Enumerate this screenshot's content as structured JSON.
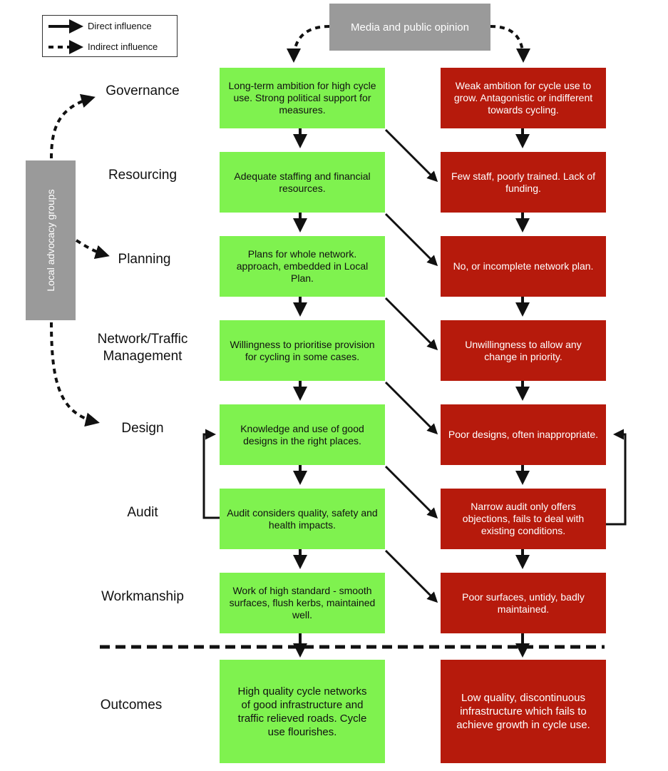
{
  "legend": {
    "direct": "Direct influence",
    "indirect": "Indirect influence"
  },
  "media": "Media and public opinion",
  "advocacy": "Local advocacy groups",
  "stages": [
    {
      "key": "governance",
      "label": "Governance"
    },
    {
      "key": "resourcing",
      "label": "Resourcing"
    },
    {
      "key": "planning",
      "label": "Planning"
    },
    {
      "key": "network",
      "label": "Network/Traffic Management"
    },
    {
      "key": "design",
      "label": "Design"
    },
    {
      "key": "audit",
      "label": "Audit"
    },
    {
      "key": "workmanship",
      "label": "Workmanship"
    },
    {
      "key": "outcomes",
      "label": "Outcomes"
    }
  ],
  "positive": [
    "Long-term ambition for high cycle use. Strong political support for measures.",
    "Adequate staffing and financial resources.",
    "Plans for whole network. approach, embedded in Local Plan.",
    "Willingness to prioritise provision for cycling in some cases.",
    "Knowledge and use of good designs in the right places.",
    "Audit considers quality, safety and health impacts.",
    "Work of high standard - smooth surfaces, flush kerbs, maintained well.",
    "High quality cycle networks of good infrastructure and traffic relieved roads. Cycle use flourishes."
  ],
  "negative": [
    "Weak ambition for cycle use to grow. Antagonistic or indifferent towards cycling.",
    "Few staff, poorly trained. Lack of funding.",
    "No, or incomplete network plan.",
    "Unwillingness to allow any change in priority.",
    "Poor designs, often inappropriate.",
    "Narrow audit only offers objections, fails to deal with existing conditions.",
    "Poor surfaces, untidy, badly maintained.",
    "Low quality, discontinuous infrastructure which fails to achieve growth in cycle use."
  ],
  "colors": {
    "positive": "#7ff24f",
    "negative": "#b61a0c",
    "neutral": "#9a9a9a",
    "line": "#111111"
  }
}
